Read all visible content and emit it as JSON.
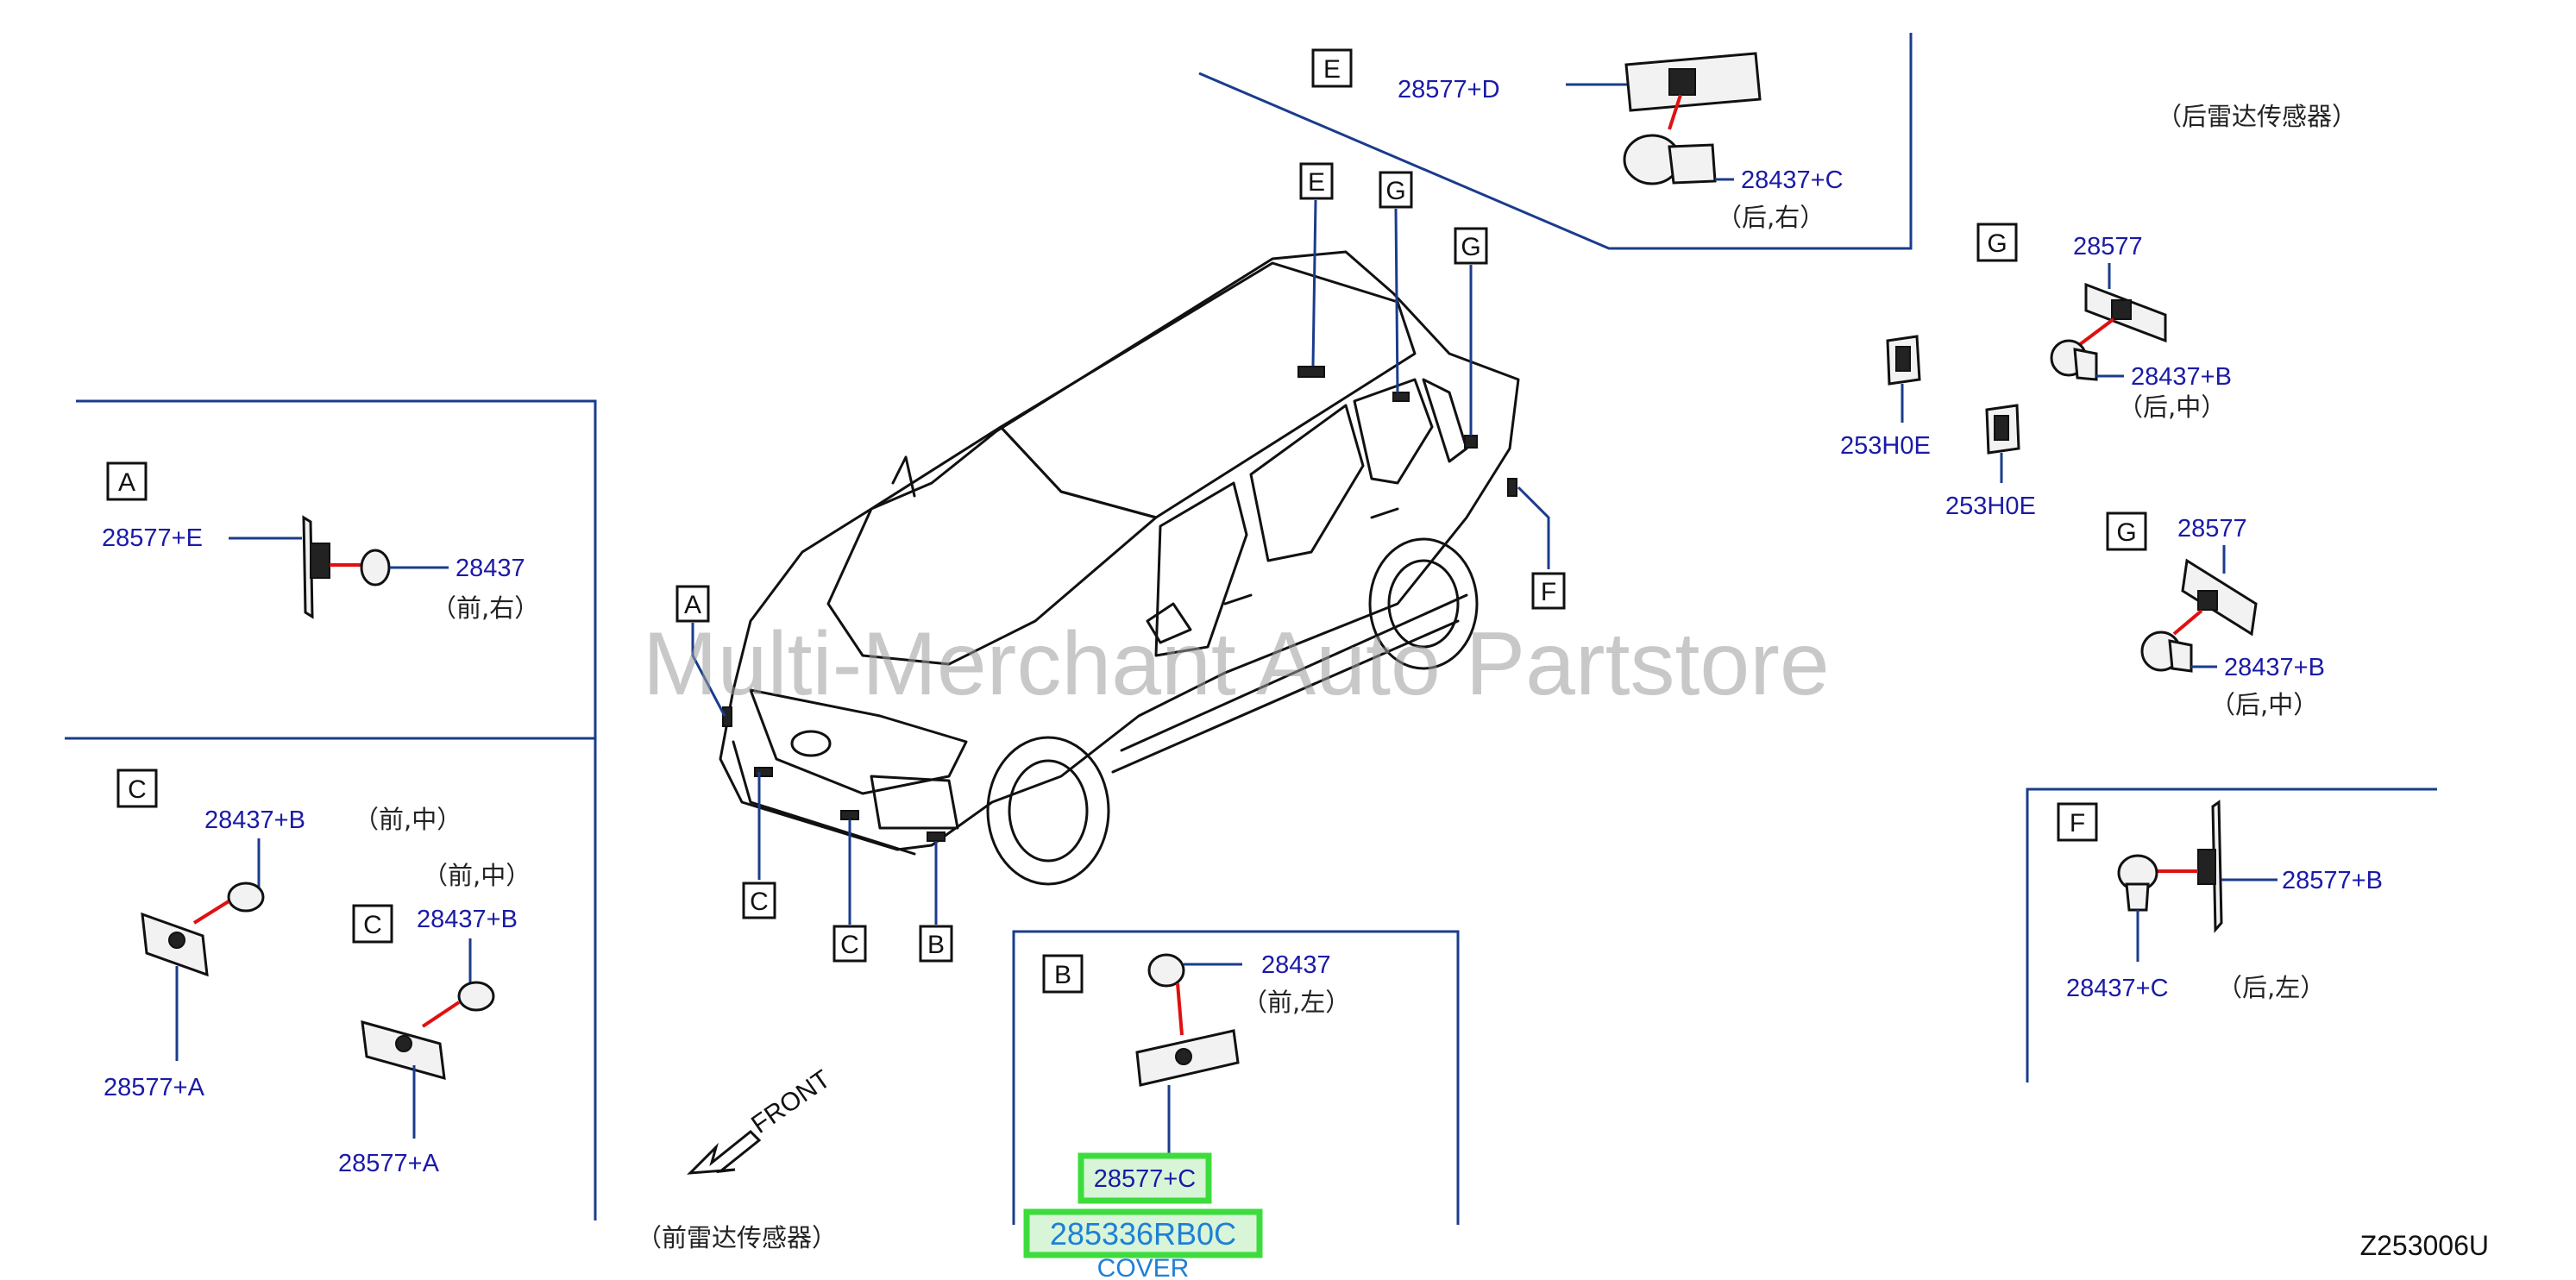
{
  "watermark": "Multi-Merchant Auto Partstore",
  "diagram_code": "Z253006U",
  "front_label": "FRONT",
  "captions": {
    "front_radar": "（前雷达传感器）",
    "rear_radar": "（后雷达传感器）"
  },
  "car_markers": [
    "E",
    "G",
    "G",
    "F",
    "A",
    "C",
    "C",
    "B"
  ],
  "sections": {
    "A": {
      "letter": "A",
      "bracket": "28577+E",
      "sensor": "28437",
      "pos": "（前,右）"
    },
    "C1": {
      "letter": "C",
      "sensor": "28437+B",
      "pos": "（前,中）",
      "bracket": "28577+A"
    },
    "C2": {
      "letter": "C",
      "pos": "（前,中）",
      "sensor": "28437+B",
      "bracket": "28577+A"
    },
    "B": {
      "letter": "B",
      "sensor": "28437",
      "pos": "（前,左）",
      "bracket": "28577+C",
      "highlight_code": "285336RB0C",
      "highlight_label": "COVER"
    },
    "E": {
      "letter": "E",
      "bracket": "28577+D",
      "sensor": "28437+C",
      "pos": "（后,右）"
    },
    "G1": {
      "letter": "G",
      "bracket": "28577",
      "sensor": "28437+B",
      "pos": "（后,中）",
      "clip_a": "253H0E",
      "clip_b": "253H0E"
    },
    "G2": {
      "letter": "G",
      "bracket": "28577",
      "sensor": "28437+B",
      "pos": "（后,中）"
    },
    "F": {
      "letter": "F",
      "bracket": "28577+B",
      "sensor": "28437+C",
      "pos": "（后,左）"
    }
  },
  "colors": {
    "part_number": "#1a1aa8",
    "leader_line": "#1a3c8c",
    "highlight_border": "#3ddc3d",
    "highlight_fill": "#d8f5d8",
    "connector": "#e01010",
    "cover_text": "#1f7fd6"
  }
}
